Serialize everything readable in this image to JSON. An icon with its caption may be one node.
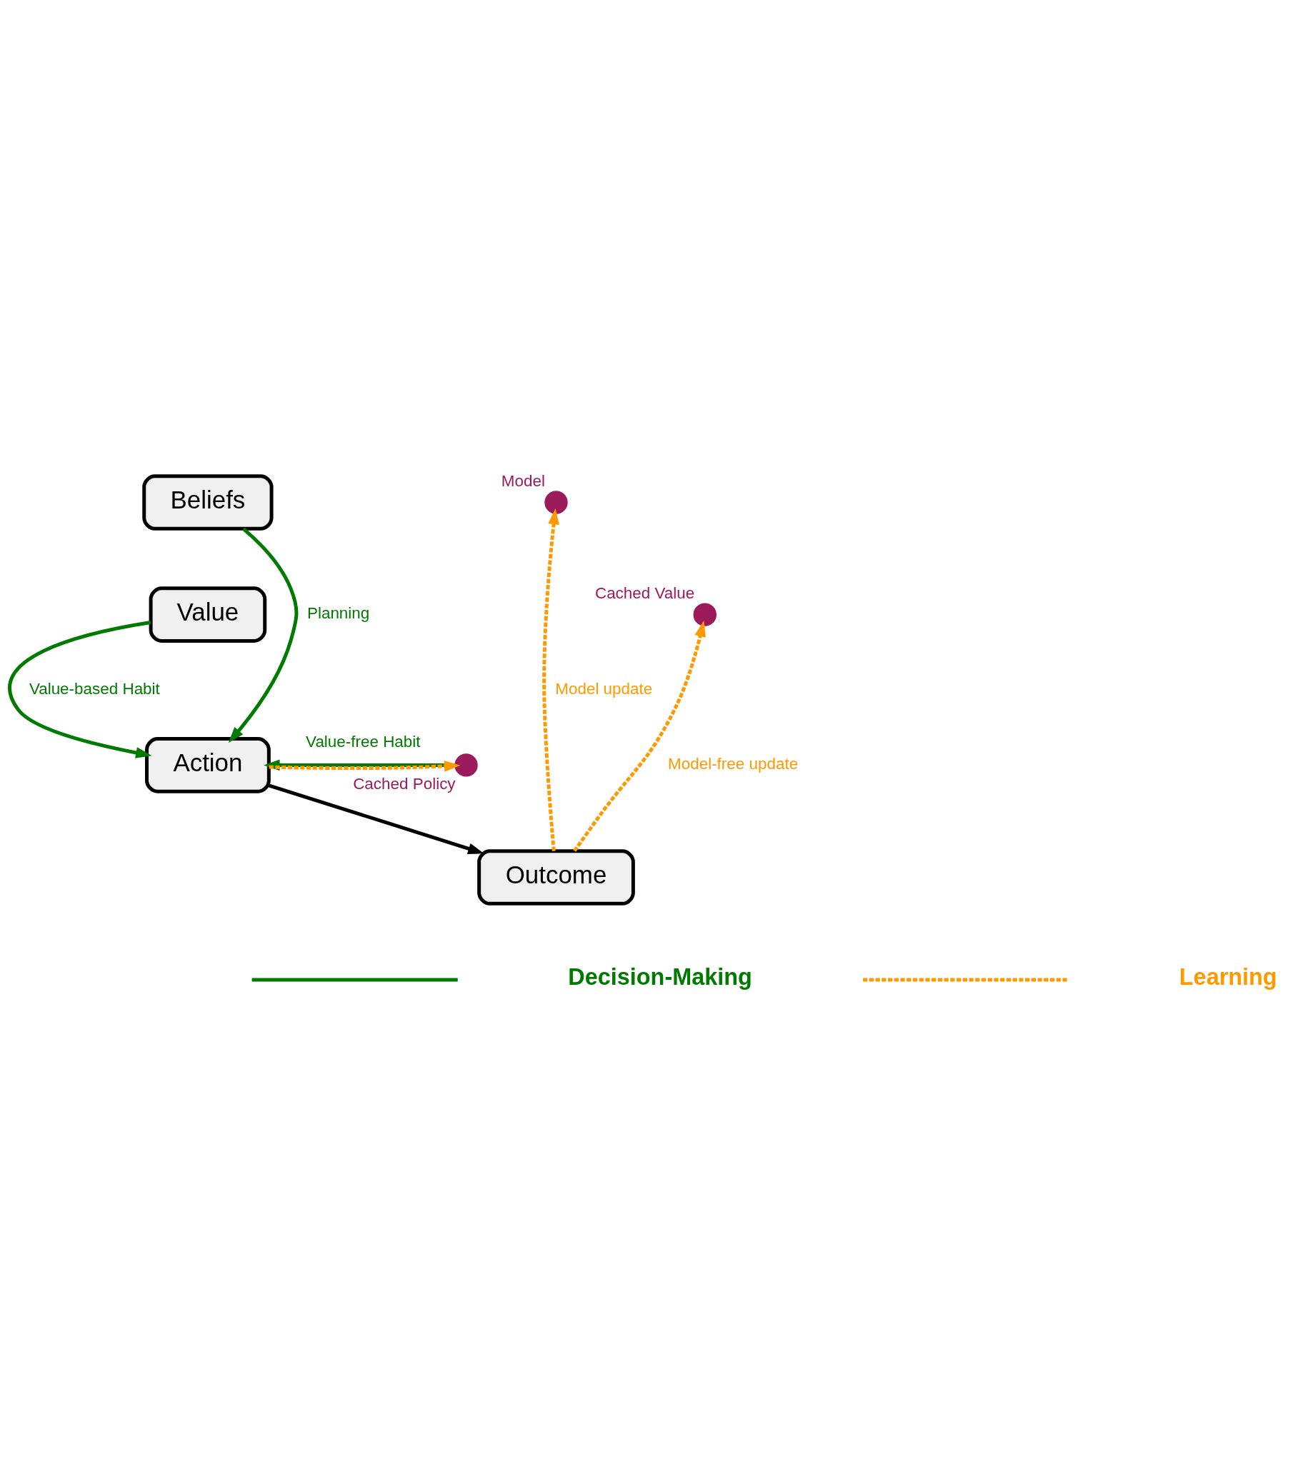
{
  "diagram": {
    "nodes": [
      {
        "text": [
          "Beliefs"
        ]
      },
      {
        "text": [],
        "shape": "circle",
        "beside": [
          "Model"
        ]
      },
      {
        "text": [
          "Value"
        ]
      },
      {
        "text": [],
        "shape": "circle",
        "beside": [
          "Cached Value"
        ]
      },
      {
        "text": [],
        "shape": "circle",
        "beside": [
          "Cached Policy"
        ]
      },
      {
        "text": [
          "Action"
        ]
      },
      {
        "text": [
          "Outcome"
        ]
      }
    ],
    "edges": [
      {
        "from": 0,
        "to": 5,
        "arrow": "to",
        "label": "Planning"
      },
      {
        "from": 2,
        "to": 5,
        "arrow": "to",
        "label": "Value-based Habit"
      },
      {
        "from": 4,
        "to": 5,
        "arrow": "to",
        "label": "Value-free Habit"
      },
      {
        "from": 5,
        "to": 6,
        "arrow": "to",
        "color": "#000000"
      },
      {
        "from": 6,
        "to": 1,
        "arrow": "to",
        "label": "Model update",
        "style": "dashed",
        "color": "#ff9900"
      },
      {
        "from": 6,
        "to": 3,
        "arrow": "to",
        "label": "Model-free update",
        "style": "dashed",
        "color": "#ff9900"
      },
      {
        "from": 5,
        "to": 4,
        "arrow": "to",
        "style": "dashed",
        "color": "#ff9900"
      }
    ],
    "legend": [
      {
        "text": "Decision-Making"
      },
      {
        "text": "Learning"
      }
    ]
  }
}
